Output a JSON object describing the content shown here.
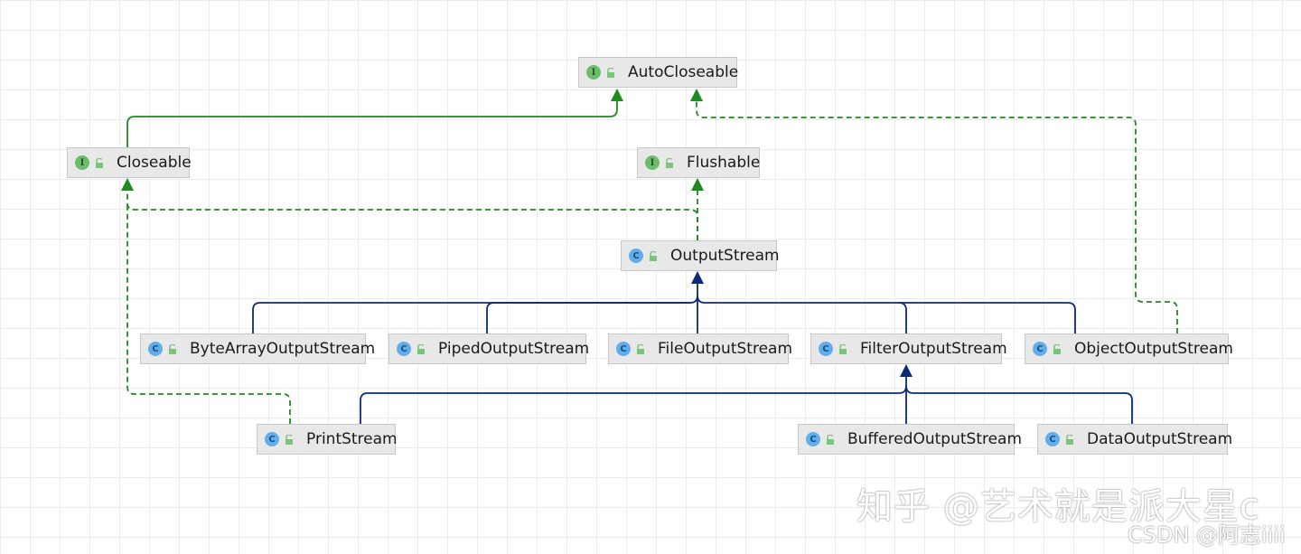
{
  "diagram": {
    "nodes": {
      "autocloseable": {
        "label": "AutoCloseable",
        "kind": "interface",
        "badge": "I"
      },
      "closeable": {
        "label": "Closeable",
        "kind": "interface",
        "badge": "I"
      },
      "flushable": {
        "label": "Flushable",
        "kind": "interface",
        "badge": "I"
      },
      "outputstream": {
        "label": "OutputStream",
        "kind": "class",
        "badge": "C"
      },
      "bytearrayoutputstream": {
        "label": "ByteArrayOutputStream",
        "kind": "class",
        "badge": "C"
      },
      "pipedoutputstream": {
        "label": "PipedOutputStream",
        "kind": "class",
        "badge": "C"
      },
      "fileoutputstream": {
        "label": "FileOutputStream",
        "kind": "class",
        "badge": "C"
      },
      "filteroutputstream": {
        "label": "FilterOutputStream",
        "kind": "class",
        "badge": "C"
      },
      "objectoutputstream": {
        "label": "ObjectOutputStream",
        "kind": "class",
        "badge": "C"
      },
      "printstream": {
        "label": "PrintStream",
        "kind": "class",
        "badge": "C"
      },
      "bufferedoutputstream": {
        "label": "BufferedOutputStream",
        "kind": "class",
        "badge": "C"
      },
      "dataoutputstream": {
        "label": "DataOutputStream",
        "kind": "class",
        "badge": "C"
      }
    },
    "edges": [
      {
        "from": "closeable",
        "to": "autocloseable",
        "type": "extends-interface"
      },
      {
        "from": "objectoutputstream",
        "to": "autocloseable",
        "type": "implements"
      },
      {
        "from": "outputstream",
        "to": "closeable",
        "type": "implements"
      },
      {
        "from": "outputstream",
        "to": "flushable",
        "type": "implements"
      },
      {
        "from": "bytearrayoutputstream",
        "to": "outputstream",
        "type": "extends"
      },
      {
        "from": "pipedoutputstream",
        "to": "outputstream",
        "type": "extends"
      },
      {
        "from": "fileoutputstream",
        "to": "outputstream",
        "type": "extends"
      },
      {
        "from": "filteroutputstream",
        "to": "outputstream",
        "type": "extends"
      },
      {
        "from": "objectoutputstream",
        "to": "outputstream",
        "type": "extends"
      },
      {
        "from": "printstream",
        "to": "filteroutputstream",
        "type": "extends"
      },
      {
        "from": "bufferedoutputstream",
        "to": "filteroutputstream",
        "type": "extends"
      },
      {
        "from": "dataoutputstream",
        "to": "filteroutputstream",
        "type": "extends"
      },
      {
        "from": "printstream",
        "to": "closeable",
        "type": "implements"
      }
    ],
    "colors": {
      "interface_edge": "#1f8a1f",
      "class_edge": "#0d2a78",
      "node_fill": "#e8e8e8",
      "node_border": "#c8c8c8",
      "interface_badge": "#6dbb6d",
      "class_badge": "#62aee8",
      "lock_icon": "#7bc47b"
    }
  },
  "watermarks": {
    "zhihu": "知乎 @艺术就是派大星c",
    "csdn": "CSDN @阿志iiii"
  }
}
